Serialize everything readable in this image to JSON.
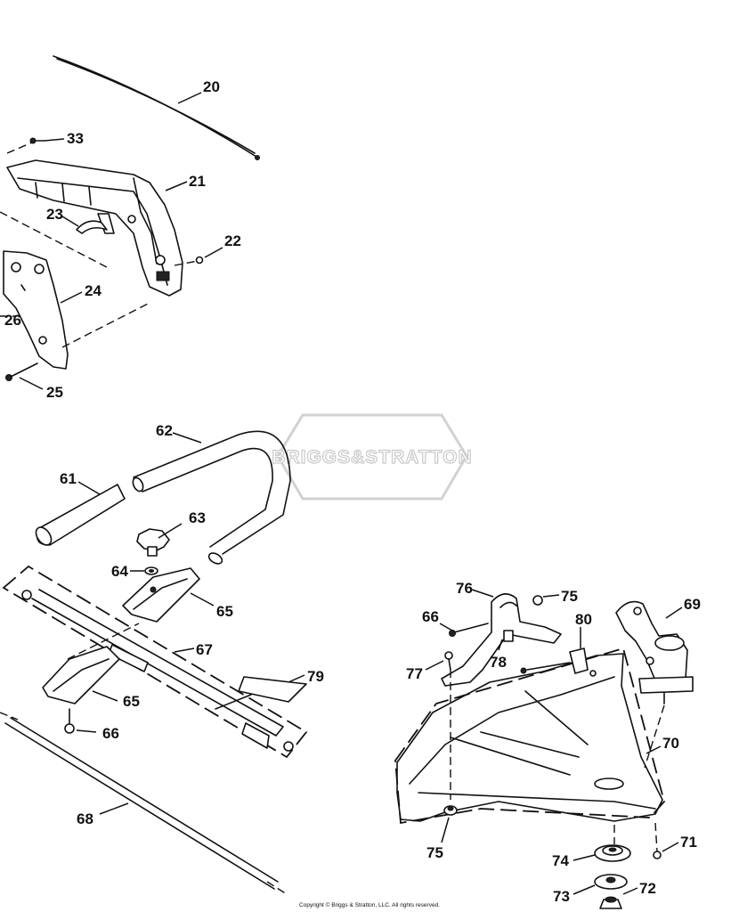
{
  "watermark": "BRIGGS&STRATTON",
  "copyright": "Copyright © Briggs & Stratton, LLC. All rights reserved.",
  "labels": {
    "p20": "20",
    "p33": "33",
    "p21": "21",
    "p23": "23",
    "p22": "22",
    "p24": "24",
    "p26": "26",
    "p25": "25",
    "p62": "62",
    "p61": "61",
    "p63": "63",
    "p64": "64",
    "p65a": "65",
    "p67": "67",
    "p79": "79",
    "p65b": "65",
    "p66a": "66",
    "p68": "68",
    "p76": "76",
    "p75a": "75",
    "p69": "69",
    "p66b": "66",
    "p80": "80",
    "p77": "77",
    "p78": "78",
    "p70": "70",
    "p75b": "75",
    "p71": "71",
    "p74": "74",
    "p73": "73",
    "p72": "72"
  }
}
